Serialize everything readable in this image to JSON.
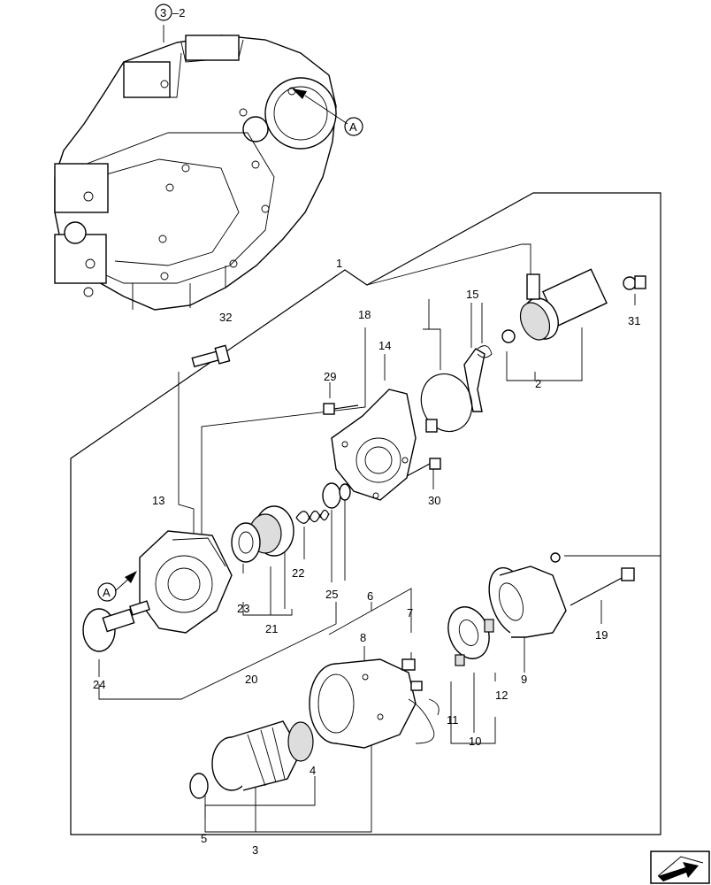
{
  "callouts": {
    "c1": "1",
    "c2": "2",
    "c3_2": "3–2",
    "c3": "3",
    "c4": "4",
    "c5": "5",
    "c6": "6",
    "c7": "7",
    "c8": "8",
    "c9": "9",
    "c10": "10",
    "c11": "11",
    "c12": "12",
    "c13": "13",
    "c14": "14",
    "c15": "15",
    "c18": "18",
    "c19": "19",
    "c20": "20",
    "c21": "21",
    "c22": "22",
    "c23": "23",
    "c24": "24",
    "c25": "25",
    "c29": "29",
    "c30": "30",
    "c31": "31",
    "c32": "32",
    "refA1": "A",
    "refA2": "A"
  },
  "nav_icon": "next-page-arrow-icon"
}
